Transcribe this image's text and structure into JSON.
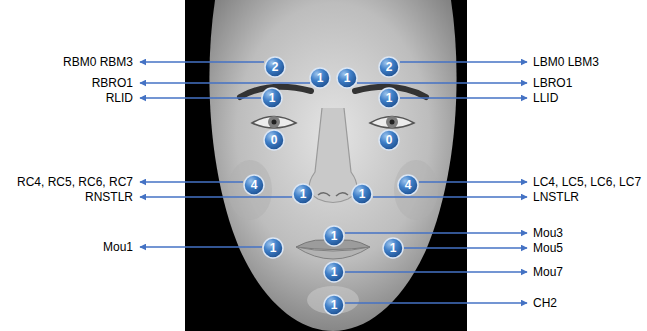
{
  "diagram": {
    "nodes": [
      {
        "text": [
          "2"
        ]
      },
      {
        "text": [
          "2"
        ]
      },
      {
        "text": [
          "1"
        ]
      },
      {
        "text": [
          "1"
        ]
      },
      {
        "text": [
          "1"
        ]
      },
      {
        "text": [
          "1"
        ]
      },
      {
        "text": [
          "0"
        ]
      },
      {
        "text": [
          "0"
        ]
      },
      {
        "text": [
          "4"
        ]
      },
      {
        "text": [
          "4"
        ]
      },
      {
        "text": [
          "1"
        ]
      },
      {
        "text": [
          "1"
        ]
      },
      {
        "text": [
          "1"
        ]
      },
      {
        "text": [
          "1"
        ]
      },
      {
        "text": [
          "1"
        ]
      },
      {
        "text": [
          "1"
        ]
      },
      {
        "text": [
          "1"
        ]
      }
    ],
    "labels": [
      "RBM0 RBM3",
      "LBM0 LBM3",
      "RBRO1",
      "LBRO1",
      "RLID",
      "LLID",
      "RC4, RC5, RC6, RC7",
      "LC4, LC5, LC6, LC7",
      "RNSTLR",
      "LNSTLR",
      "Mou3",
      "Mou1",
      "Mou5",
      "Mou7",
      "CH2"
    ]
  }
}
